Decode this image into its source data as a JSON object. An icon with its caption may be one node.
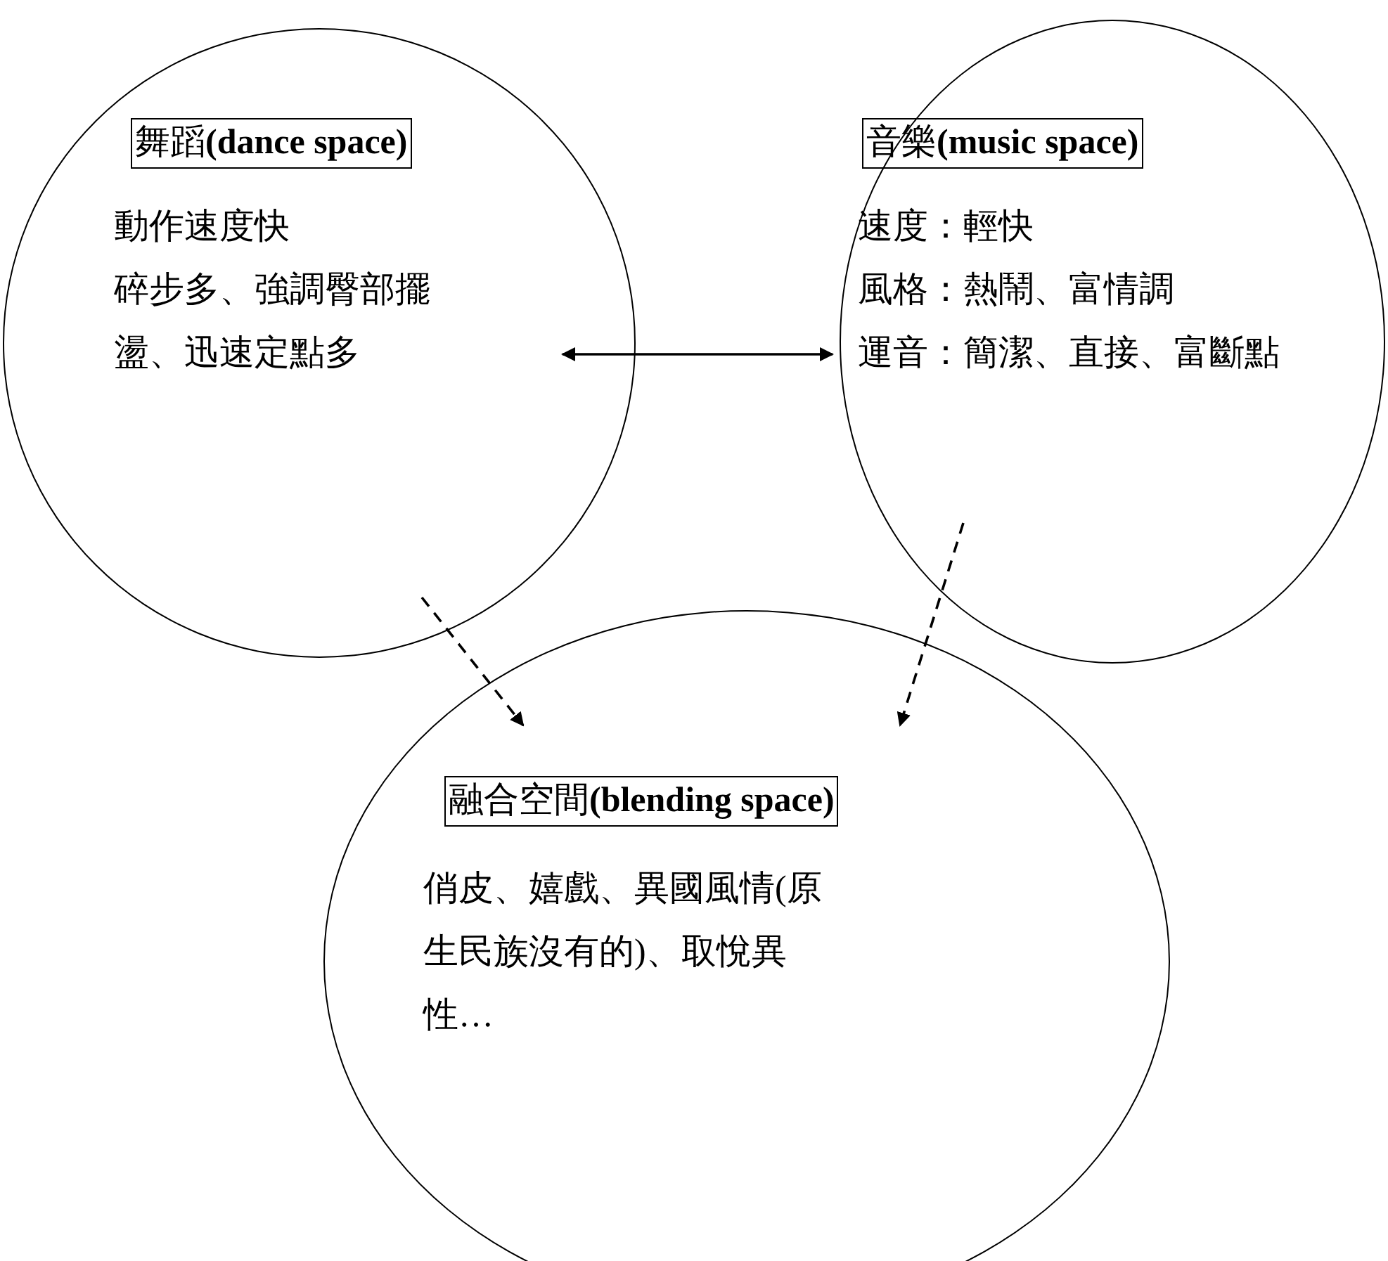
{
  "diagram": {
    "nodes": [
      {
        "text": [
          "舞蹈**(dance space)**",
          "動作速度快",
          "碎步多、強調臀部擺盪、迅速定點多"
        ]
      },
      {
        "text": [
          "音樂**(music space)**",
          "速度：輕快",
          "風格：熱鬧、富情調",
          "運音：簡潔、直接、富斷點"
        ]
      },
      {
        "text": [
          "融合空間**(blending space)**",
          "俏皮、嬉戲、異國風情(原生民族沒有的)、取悅異性…"
        ]
      }
    ],
    "edges": [
      {
        "from": 0,
        "to": 1,
        "arrow": "both"
      },
      {
        "from": 0,
        "to": 2,
        "arrow": "to",
        "style": "dashed"
      },
      {
        "from": 1,
        "to": 2,
        "arrow": "to",
        "style": "dashed"
      }
    ]
  }
}
